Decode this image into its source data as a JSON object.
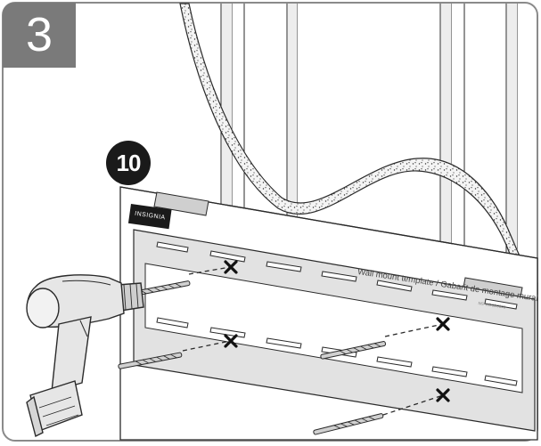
{
  "step": {
    "number": "3"
  },
  "callout": {
    "number": "10"
  },
  "template": {
    "brand": "INSIGNIA",
    "title": "Wall mount template / Gabarit de montage mural",
    "code": "NS-WD0D0000"
  },
  "colors": {
    "tab": "#7a7a7a",
    "callout": "#1a1a1a",
    "line": "#2a2a2a",
    "wall": "#f3f3f3",
    "drill_body": "#e6e6e6"
  },
  "icons": {
    "drill": "power-drill-icon",
    "mark": "x-mark-icon"
  }
}
